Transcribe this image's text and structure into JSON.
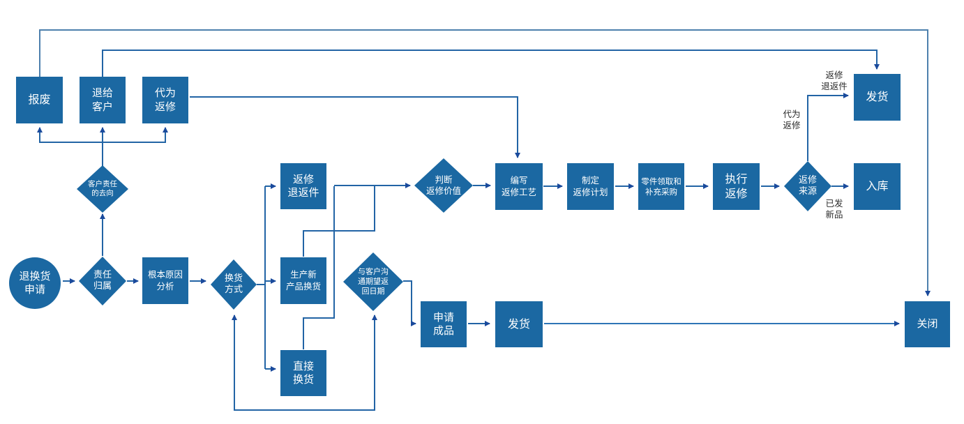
{
  "diagram": {
    "type": "flowchart",
    "language": "zh-CN",
    "colors": {
      "node_fill": "#1b68a2",
      "node_text": "#ffffff",
      "connector_dark": "#2264a5",
      "connector_light": "#4d80ad",
      "connector_bright": "#2e75b6",
      "arrow_head": "#1a4a9c",
      "edge_label_text": "#2b2b2b",
      "background": "#ffffff"
    },
    "nodes": {
      "start": {
        "label": "退换货\n申请",
        "shape": "circle"
      },
      "resp_attr": {
        "label": "责任\n归属",
        "shape": "diamond"
      },
      "root_cause": {
        "label": "根本原因\n分析",
        "shape": "box"
      },
      "cust_resp_dest": {
        "label": "客户责任\n的去向",
        "shape": "diamond"
      },
      "scrap": {
        "label": "报废",
        "shape": "box"
      },
      "return_customer": {
        "label": "退给\n客户",
        "shape": "box"
      },
      "on_behalf": {
        "label": "代为\n返修",
        "shape": "box"
      },
      "exch_method": {
        "label": "换货\n方式",
        "shape": "diamond"
      },
      "repair_return": {
        "label": "返修\n退返件",
        "shape": "box"
      },
      "produce_new": {
        "label": "生产新\n产品换货",
        "shape": "box"
      },
      "direct_exch": {
        "label": "直接\n换货",
        "shape": "box"
      },
      "comm_customer": {
        "label": "与客户沟\n通期望返\n回日期",
        "shape": "diamond"
      },
      "judge_value": {
        "label": "判断\n返修价值",
        "shape": "diamond"
      },
      "write_process": {
        "label": "编写\n返修工艺",
        "shape": "box"
      },
      "make_plan": {
        "label": "制定\n返修计划",
        "shape": "box"
      },
      "parts": {
        "label": "零件领取和\n补充采购",
        "shape": "box"
      },
      "execute": {
        "label": "执行\n返修",
        "shape": "box"
      },
      "repair_source": {
        "label": "返修\n来源",
        "shape": "diamond"
      },
      "ship_top": {
        "label": "发货",
        "shape": "box"
      },
      "warehouse": {
        "label": "入库",
        "shape": "box"
      },
      "apply_product": {
        "label": "申请\n成品",
        "shape": "box"
      },
      "ship_bottom": {
        "label": "发货",
        "shape": "box"
      },
      "close": {
        "label": "关闭",
        "shape": "box"
      }
    },
    "edge_labels": {
      "repair_return_parts": "返修\n退返件",
      "on_behalf_repair": "代为\n返修",
      "shipped_new_product": "已发\n新品"
    }
  }
}
